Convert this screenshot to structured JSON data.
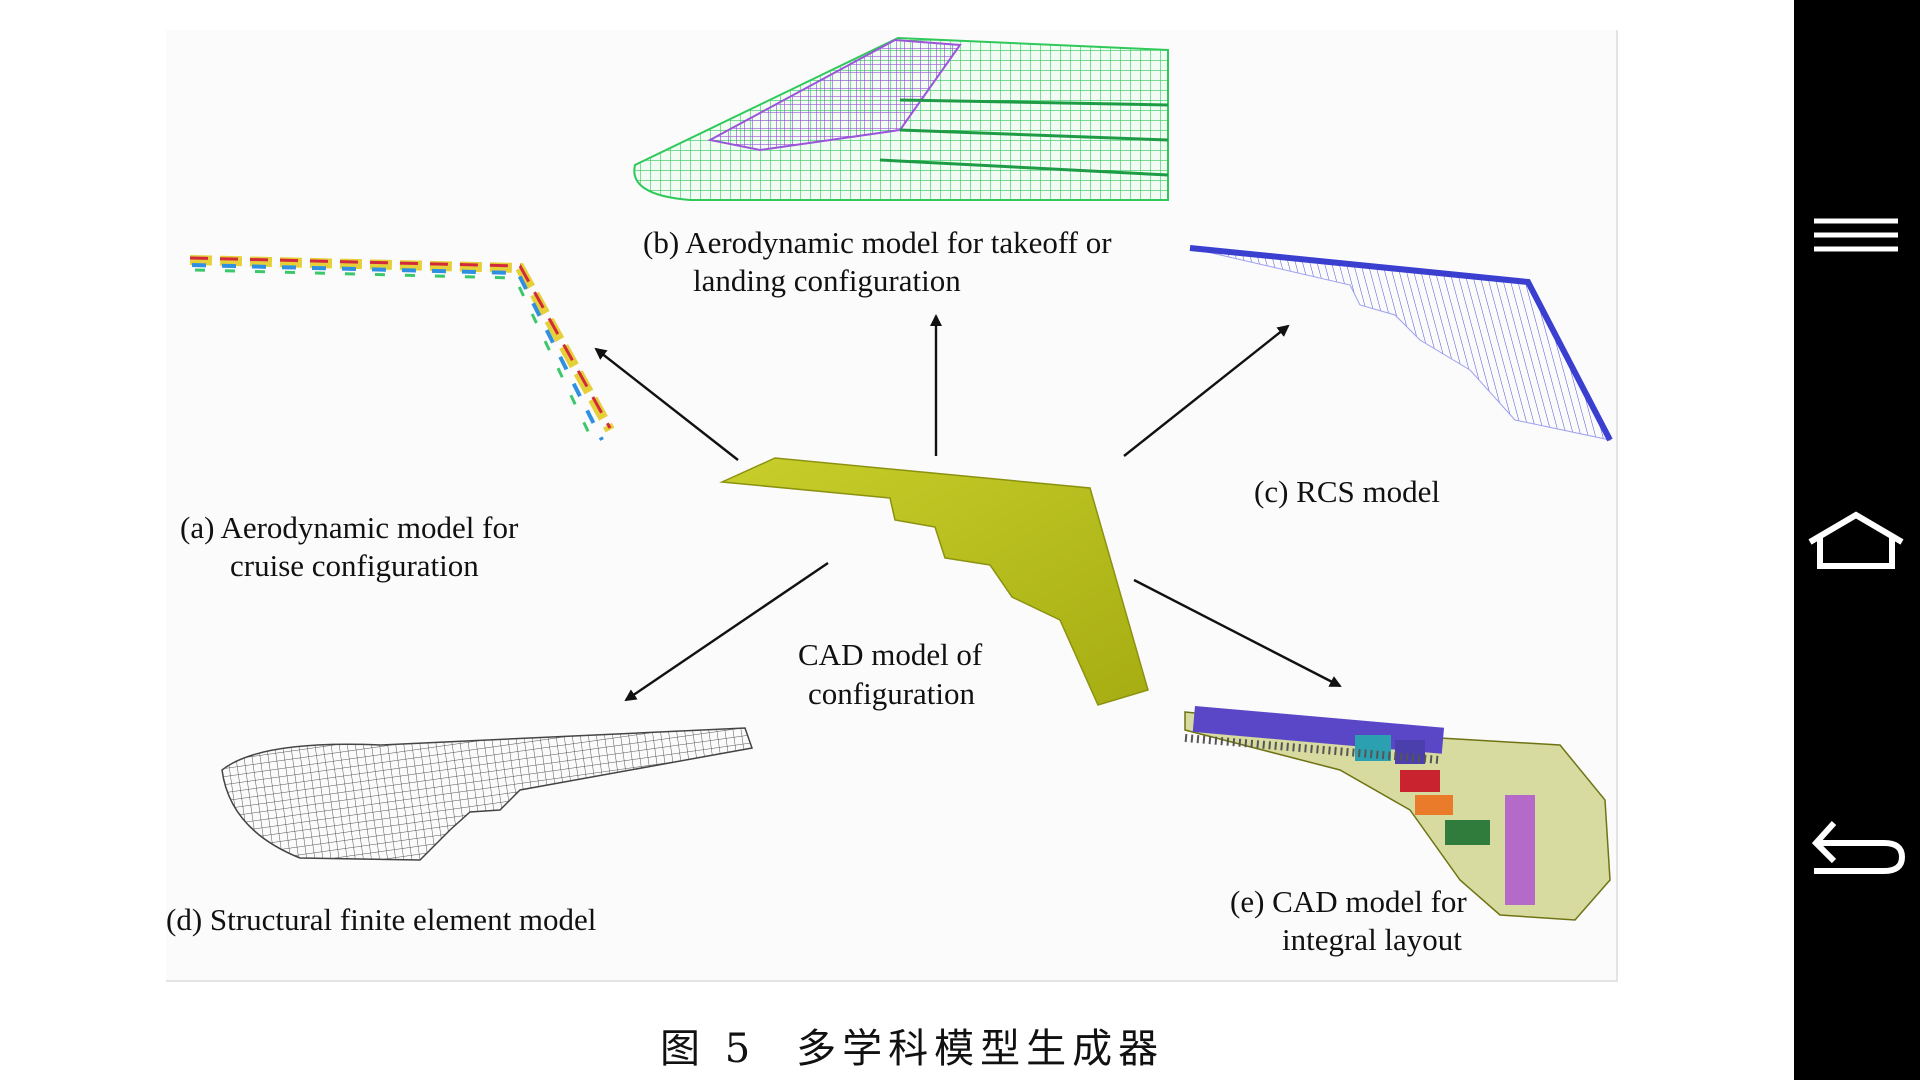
{
  "figure": {
    "labels": {
      "a1": "(a) Aerodynamic model for",
      "a2": "cruise configuration",
      "b1": "(b) Aerodynamic model for takeoff or",
      "b2": "landing configuration",
      "c": "(c) RCS model",
      "center1": "CAD model of",
      "center2": "configuration",
      "d": "(d)  Structural finite element model",
      "e1": "(e) CAD model for",
      "e2": "integral layout"
    },
    "colors": {
      "cad_wing": "#b9c21e",
      "rcs_mesh": "#3a3fd0",
      "takeoff_mesh": "#2fc95a",
      "takeoff_highlight": "#9b55d9",
      "fem_mesh": "#555555"
    }
  },
  "caption": {
    "prefix": "图 5",
    "title": "多学科模型生成器"
  },
  "nav": {
    "menu_icon": "menu-icon",
    "home_icon": "home-icon",
    "back_icon": "back-icon"
  }
}
